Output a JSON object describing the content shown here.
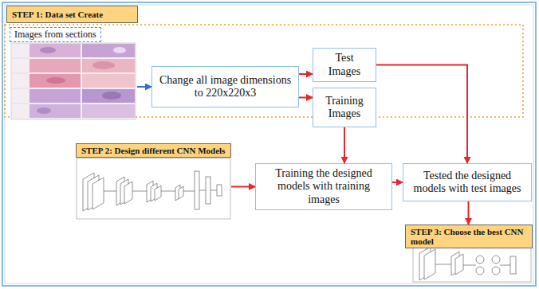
{
  "diagram": {
    "nodes": [
      {
        "text": [
          "STEP 1: Data set Create"
        ]
      },
      {
        "text": [
          "Images from sections"
        ]
      },
      {
        "text": [
          "Change all image dimensions to 220x220x3"
        ]
      },
      {
        "text": [
          "Test Images"
        ]
      },
      {
        "text": [
          "Training Images"
        ]
      },
      {
        "text": [
          "STEP 2: Design different CNN Models"
        ]
      },
      {
        "text": [
          "Training the designed models with training images"
        ]
      },
      {
        "text": [
          "Tested the designed models with test images"
        ]
      },
      {
        "text": [
          "STEP 3: Choose the best CNN model"
        ]
      }
    ],
    "edges": [
      {
        "from": 1,
        "to": 2,
        "arrow": "to"
      },
      {
        "from": 2,
        "to": 3,
        "arrow": "to"
      },
      {
        "from": 2,
        "to": 4,
        "arrow": "to"
      },
      {
        "from": 3,
        "to": 7,
        "arrow": "to"
      },
      {
        "from": 4,
        "to": 6,
        "arrow": "to"
      },
      {
        "from": 5,
        "to": 6,
        "arrow": "to"
      },
      {
        "from": 6,
        "to": 7,
        "arrow": "to"
      },
      {
        "from": 7,
        "to": 8,
        "arrow": "to"
      }
    ]
  }
}
